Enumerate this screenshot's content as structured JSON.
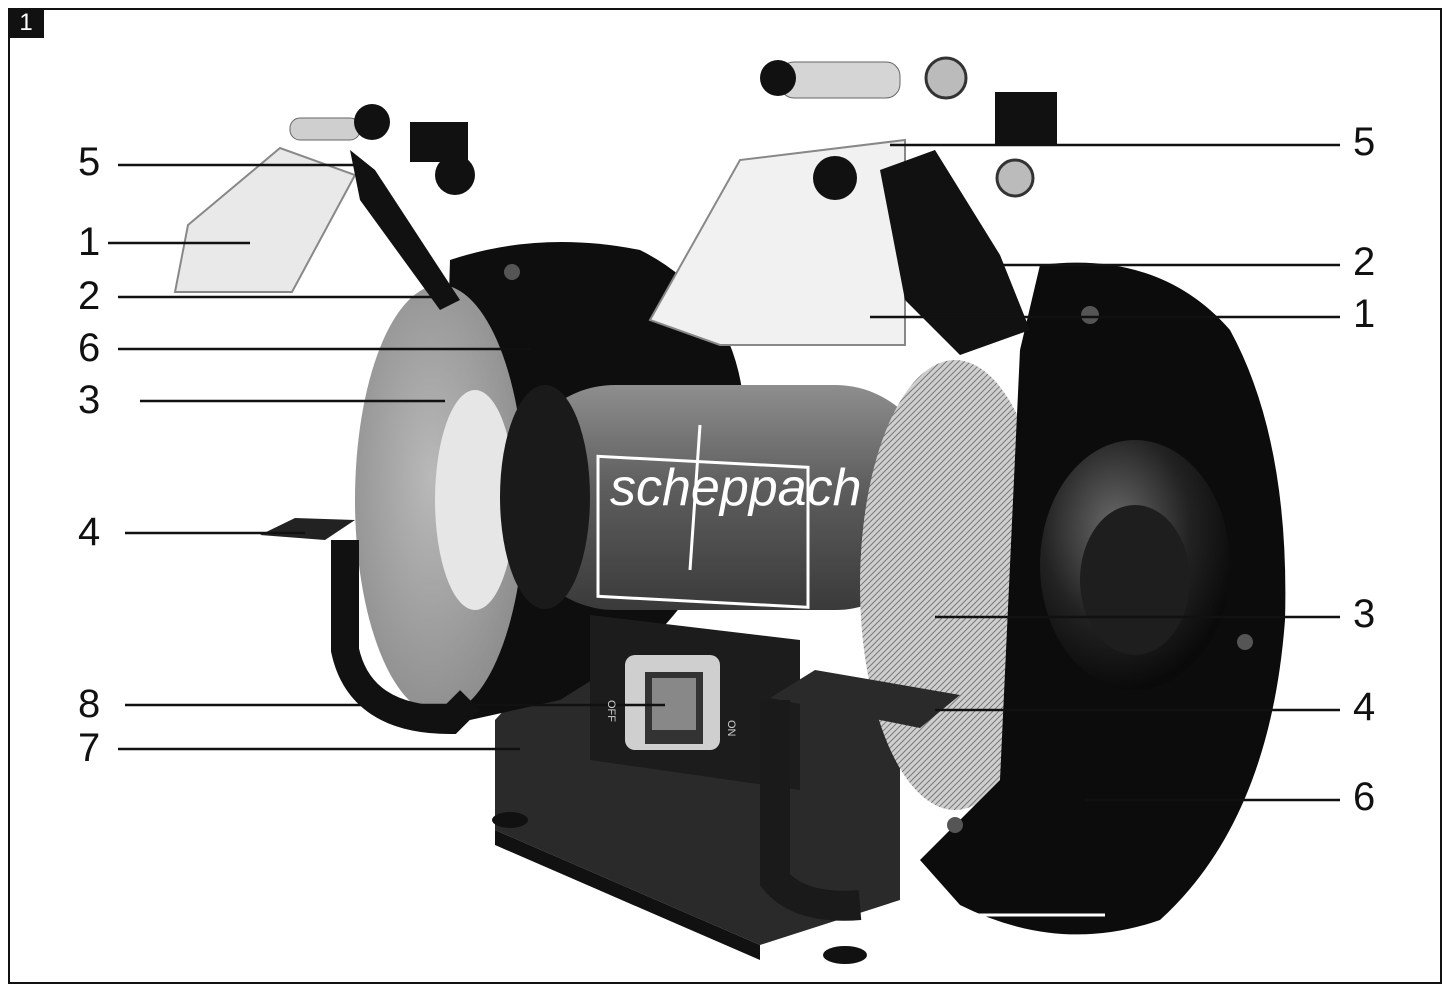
{
  "figure": {
    "number": "1"
  },
  "brand": {
    "logo_text": "scheppach"
  },
  "switch": {
    "off_label": "OFF",
    "on_label": "ON"
  },
  "callouts": {
    "left": [
      "5",
      "1",
      "2",
      "6",
      "3",
      "4",
      "8",
      "7"
    ],
    "right": [
      "5",
      "2",
      "1",
      "3",
      "4",
      "6"
    ]
  },
  "colors": {
    "ink": "#111111",
    "background": "#ffffff"
  }
}
